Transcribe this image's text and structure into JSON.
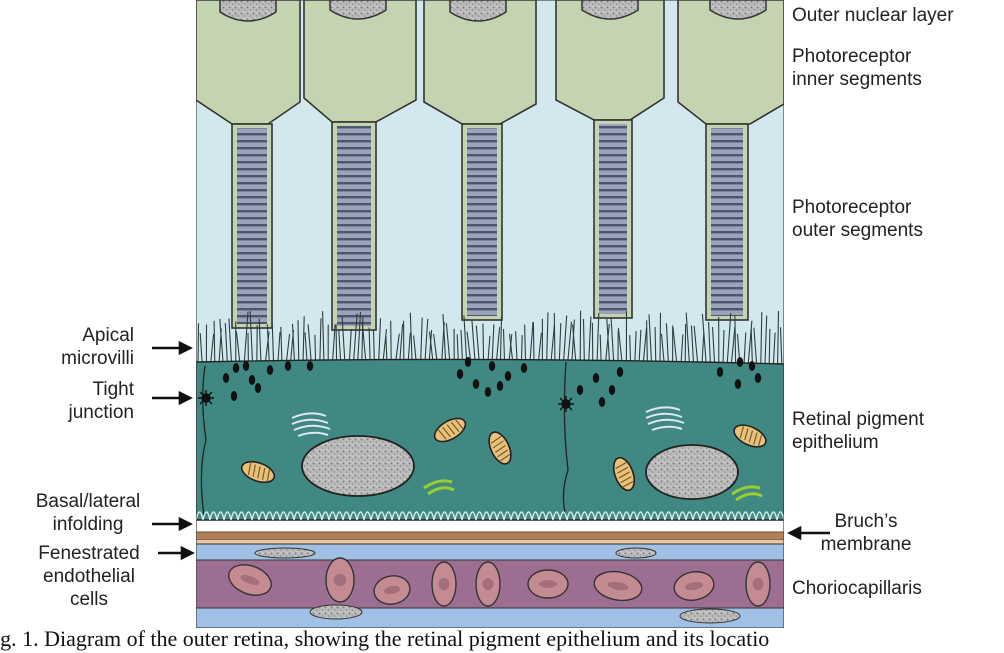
{
  "labels": {
    "left": {
      "apical_microvilli": "Apical\nmicrovilli",
      "tight_junction": "Tight\njunction",
      "basal_lateral_infolding": "Basal/lateral\ninfolding",
      "fenestrated_endothelial_cells": "Fenestrated\nendothelial\ncells"
    },
    "right": {
      "outer_nuclear_layer": "Outer nuclear layer",
      "photoreceptor_inner_segments": "Photoreceptor\ninner segments",
      "photoreceptor_outer_segments": "Photoreceptor\nouter segments",
      "retinal_pigment_epithelium": "Retinal pigment\nepithelium",
      "bruchs_membrane": "Bruch’s\nmembrane",
      "choriocapillaris": "Choriocapillaris"
    }
  },
  "caption": "ig. 1. Diagram of the outer retina, showing the retinal pigment epithelium and its locatio",
  "colors": {
    "inner_segment_fill": "#c5d4b0",
    "outer_segment_fill": "#95a0b8",
    "subretinal_space": "#d2e8ee",
    "rpe_fill": "#3f8982",
    "bruch_membrane": "#b08058",
    "endothelium_blue": "#a0c0e6",
    "choroid_purple": "#9c6f92",
    "red_blood_cell": "#c48b92",
    "nucleus_fill": "#b4b4b4",
    "melanin": "#111111"
  }
}
